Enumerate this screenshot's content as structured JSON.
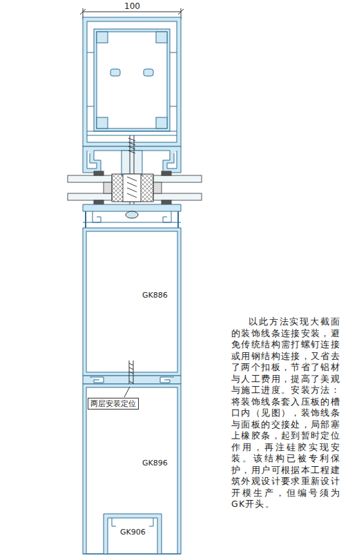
{
  "diagram": {
    "nodes": [
      {
        "text": [
          "两层安装定位"
        ]
      }
    ],
    "labels": [
      "100",
      "GK886",
      "GK896",
      "GK906",
      "以此方法实现大截面的装饰线条连接安装，避免传统结构需打螺钉连接或用钢结构连接，又省去了两个扣板，节省了铝材与人工费用，提高了美观与施工进度。安装方法：将装饰线条套入压板的槽口内（见图），装饰线条与面板的交接处，局部塞上橡胶条，起到暂时定位作用，再注硅胶实现安装。该结构已被专利保护，用户可根据本工程建筑外观设计要求重新设计开模生产，但编号须为GK开头。"
    ]
  }
}
